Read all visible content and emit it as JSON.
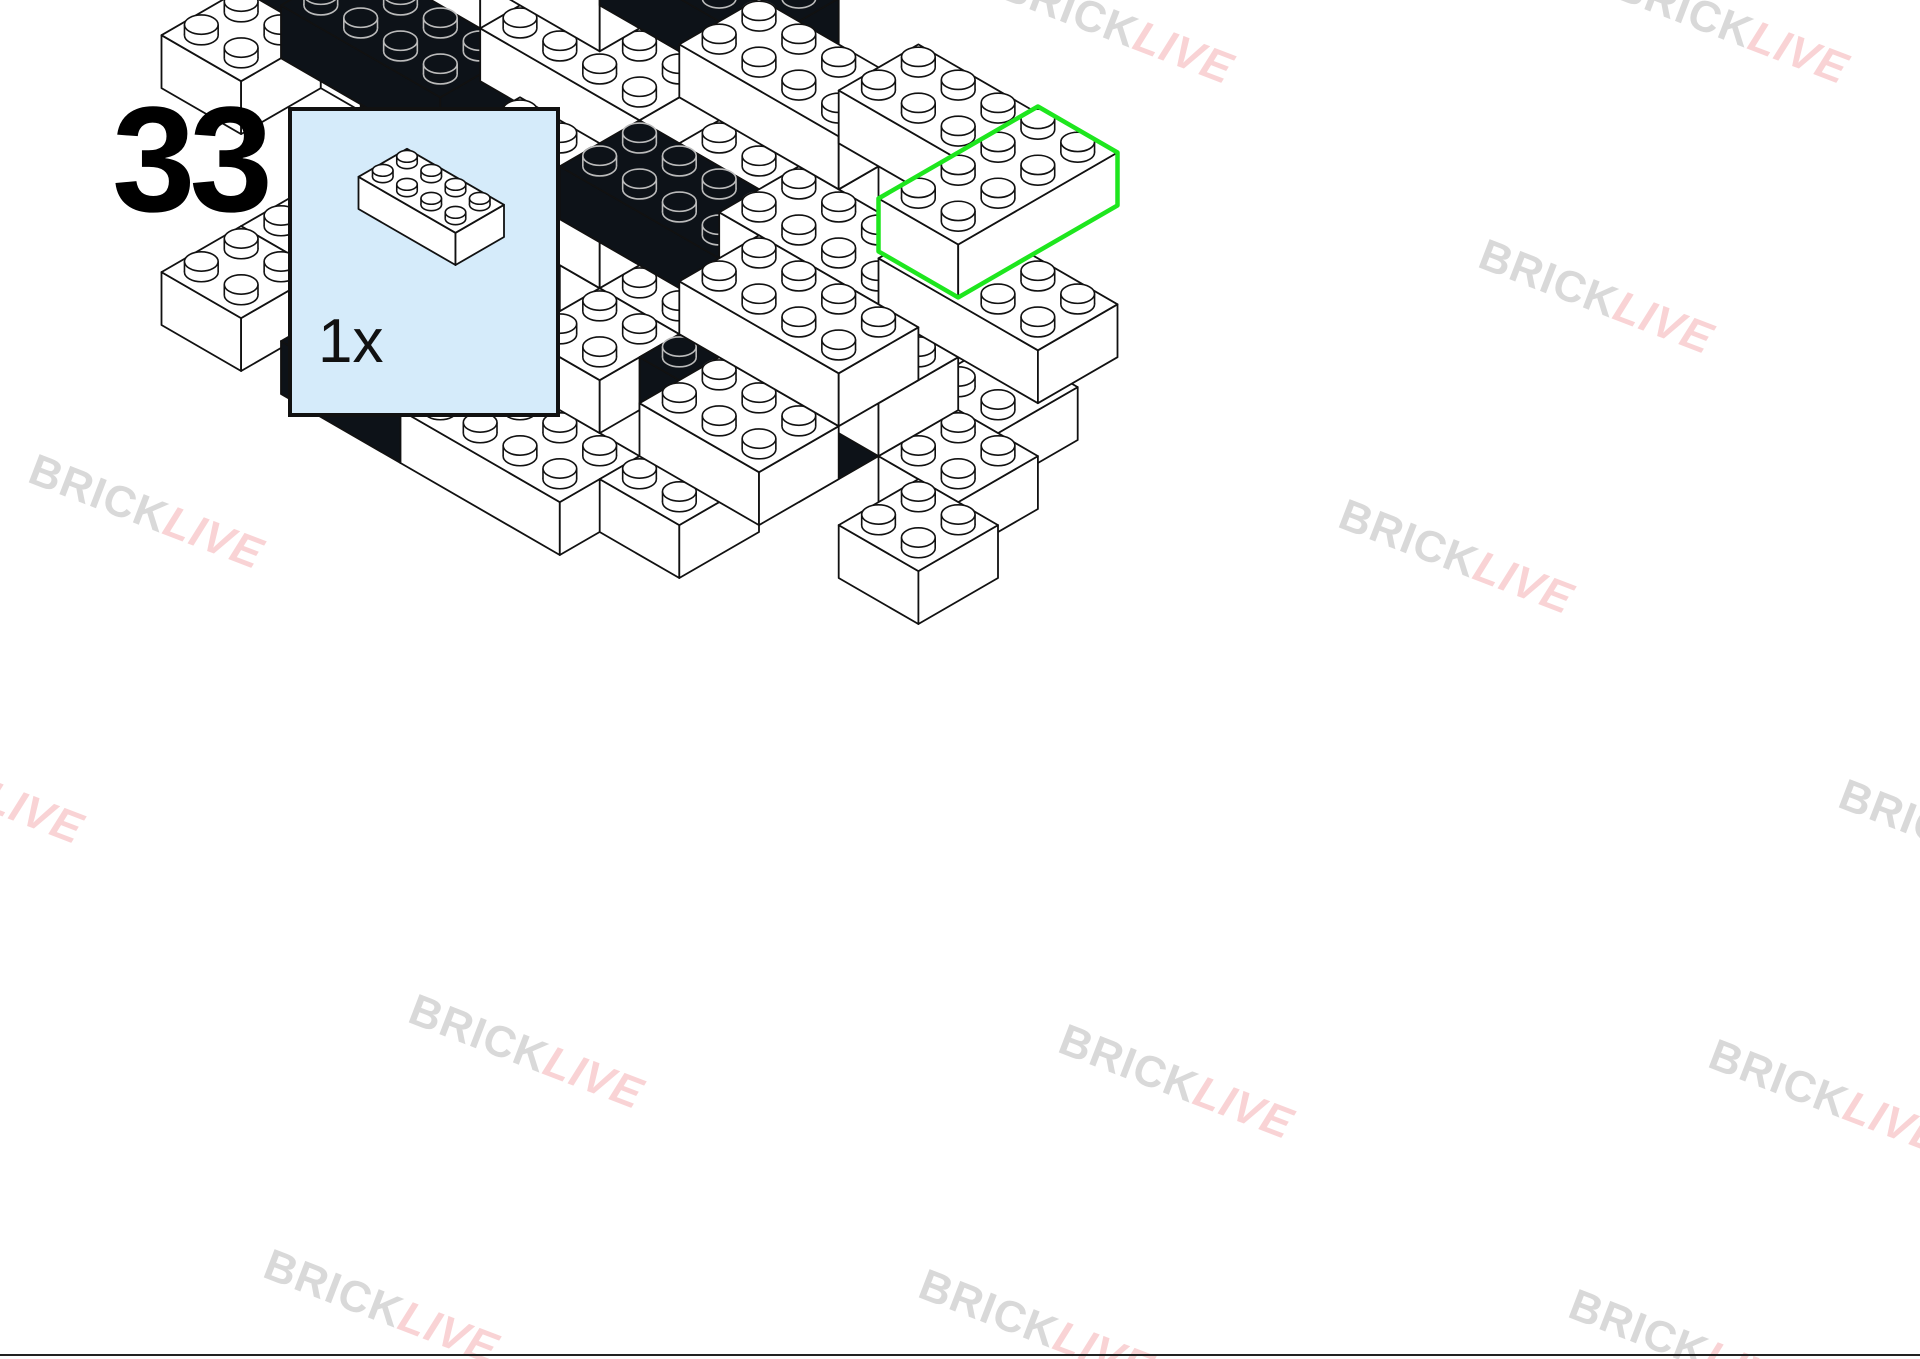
{
  "instruction": {
    "step_number": "33",
    "parts": [
      {
        "quantity": "1x",
        "part": "brick-2x4",
        "color": "white"
      }
    ]
  },
  "watermark": {
    "part_a": "BRICK",
    "part_b": "LIVE"
  },
  "colors": {
    "callout_background": "#d5ebfa",
    "highlight_outline": "#1ee61e",
    "brick_white": "#ffffff",
    "brick_black": "#0d1218",
    "outline": "#111111",
    "watermark_accent": "#e0141e"
  }
}
